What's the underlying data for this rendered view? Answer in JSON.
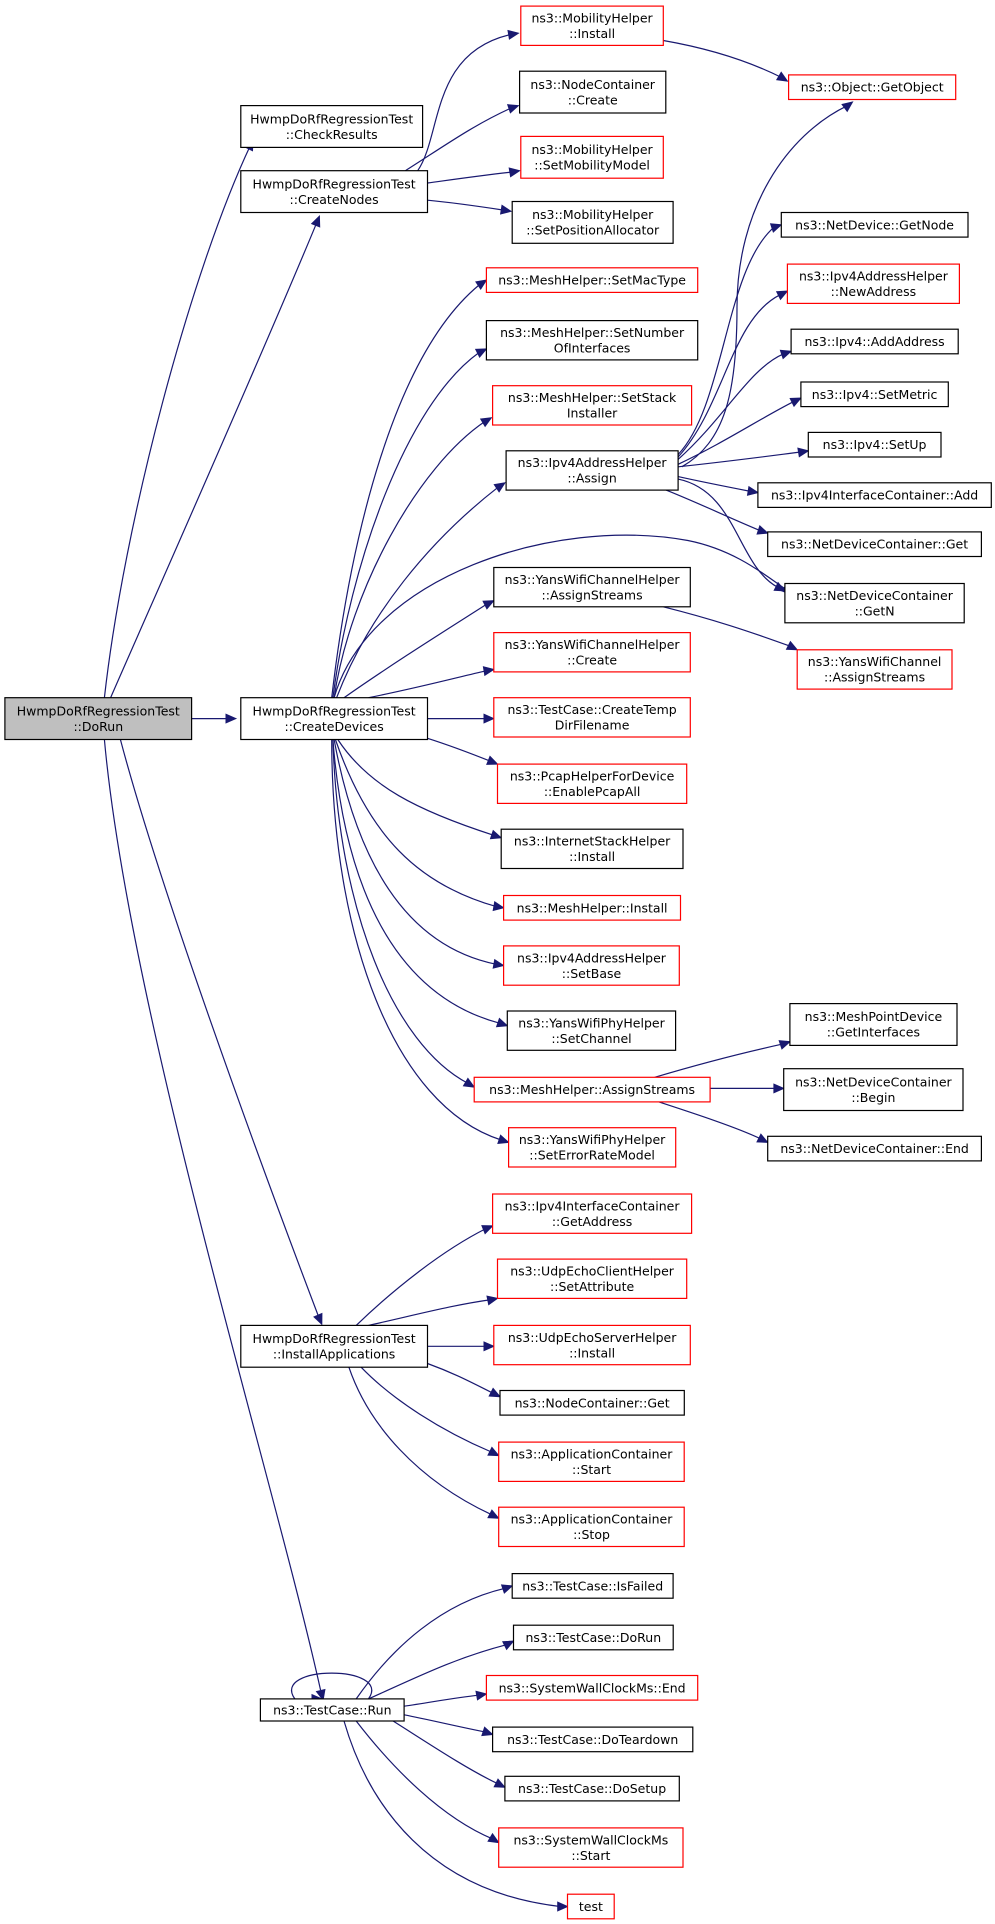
{
  "graph": {
    "nodes": [
      {
        "id": "root",
        "lines": [
          "HwmpDoRfRegressionTest",
          "::DoRun"
        ],
        "style": "root"
      },
      {
        "id": "check",
        "lines": [
          "HwmpDoRfRegressionTest",
          "::CheckResults"
        ],
        "style": "black"
      },
      {
        "id": "createnodes",
        "lines": [
          "HwmpDoRfRegressionTest",
          "::CreateNodes"
        ],
        "style": "black"
      },
      {
        "id": "createdevices",
        "lines": [
          "HwmpDoRfRegressionTest",
          "::CreateDevices"
        ],
        "style": "black"
      },
      {
        "id": "installapps",
        "lines": [
          "HwmpDoRfRegressionTest",
          "::InstallApplications"
        ],
        "style": "black"
      },
      {
        "id": "tcrun",
        "lines": [
          "ns3::TestCase::Run"
        ],
        "style": "black"
      },
      {
        "id": "mobinstall",
        "lines": [
          "ns3::MobilityHelper",
          "::Install"
        ],
        "style": "red"
      },
      {
        "id": "ncreate",
        "lines": [
          "ns3::NodeContainer",
          "::Create"
        ],
        "style": "black"
      },
      {
        "id": "setmobmodel",
        "lines": [
          "ns3::MobilityHelper",
          "::SetMobilityModel"
        ],
        "style": "red"
      },
      {
        "id": "setposalloc",
        "lines": [
          "ns3::MobilityHelper",
          "::SetPositionAllocator"
        ],
        "style": "black"
      },
      {
        "id": "getobject",
        "lines": [
          "ns3::Object::GetObject"
        ],
        "style": "red"
      },
      {
        "id": "setmactype",
        "lines": [
          "ns3::MeshHelper::SetMacType"
        ],
        "style": "red"
      },
      {
        "id": "setnumif",
        "lines": [
          "ns3::MeshHelper::SetNumber",
          "OfInterfaces"
        ],
        "style": "black"
      },
      {
        "id": "setstack",
        "lines": [
          "ns3::MeshHelper::SetStack",
          "Installer"
        ],
        "style": "red"
      },
      {
        "id": "ipv4assign",
        "lines": [
          "ns3::Ipv4AddressHelper",
          "::Assign"
        ],
        "style": "black"
      },
      {
        "id": "yanschassign",
        "lines": [
          "ns3::YansWifiChannelHelper",
          "::AssignStreams"
        ],
        "style": "black"
      },
      {
        "id": "yanschcreate",
        "lines": [
          "ns3::YansWifiChannelHelper",
          "::Create"
        ],
        "style": "red"
      },
      {
        "id": "tempdir",
        "lines": [
          "ns3::TestCase::CreateTemp",
          "DirFilename"
        ],
        "style": "red"
      },
      {
        "id": "pcap",
        "lines": [
          "ns3::PcapHelperForDevice",
          "::EnablePcapAll"
        ],
        "style": "red"
      },
      {
        "id": "inetinstall",
        "lines": [
          "ns3::InternetStackHelper",
          "::Install"
        ],
        "style": "black"
      },
      {
        "id": "meshinstall",
        "lines": [
          "ns3::MeshHelper::Install"
        ],
        "style": "red"
      },
      {
        "id": "setbase",
        "lines": [
          "ns3::Ipv4AddressHelper",
          "::SetBase"
        ],
        "style": "red"
      },
      {
        "id": "setchannel",
        "lines": [
          "ns3::YansWifiPhyHelper",
          "::SetChannel"
        ],
        "style": "black"
      },
      {
        "id": "meshassign",
        "lines": [
          "ns3::MeshHelper::AssignStreams"
        ],
        "style": "red"
      },
      {
        "id": "seterr",
        "lines": [
          "ns3::YansWifiPhyHelper",
          "::SetErrorRateModel"
        ],
        "style": "red"
      },
      {
        "id": "getnode",
        "lines": [
          "ns3::NetDevice::GetNode"
        ],
        "style": "black"
      },
      {
        "id": "newaddr",
        "lines": [
          "ns3::Ipv4AddressHelper",
          "::NewAddress"
        ],
        "style": "red"
      },
      {
        "id": "addaddr",
        "lines": [
          "ns3::Ipv4::AddAddress"
        ],
        "style": "black"
      },
      {
        "id": "setmetric",
        "lines": [
          "ns3::Ipv4::SetMetric"
        ],
        "style": "black"
      },
      {
        "id": "setup",
        "lines": [
          "ns3::Ipv4::SetUp"
        ],
        "style": "black"
      },
      {
        "id": "ifcadd",
        "lines": [
          "ns3::Ipv4InterfaceContainer::Add"
        ],
        "style": "black"
      },
      {
        "id": "ndcget",
        "lines": [
          "ns3::NetDeviceContainer::Get"
        ],
        "style": "black"
      },
      {
        "id": "ndcgetn",
        "lines": [
          "ns3::NetDeviceContainer",
          "::GetN"
        ],
        "style": "black"
      },
      {
        "id": "yanschannel",
        "lines": [
          "ns3::YansWifiChannel",
          "::AssignStreams"
        ],
        "style": "red"
      },
      {
        "id": "getifaces",
        "lines": [
          "ns3::MeshPointDevice",
          "::GetInterfaces"
        ],
        "style": "black"
      },
      {
        "id": "ndcbegin",
        "lines": [
          "ns3::NetDeviceContainer",
          "::Begin"
        ],
        "style": "black"
      },
      {
        "id": "ndcend",
        "lines": [
          "ns3::NetDeviceContainer::End"
        ],
        "style": "black"
      },
      {
        "id": "getaddress",
        "lines": [
          "ns3::Ipv4InterfaceContainer",
          "::GetAddress"
        ],
        "style": "red"
      },
      {
        "id": "udpclient",
        "lines": [
          "ns3::UdpEchoClientHelper",
          "::SetAttribute"
        ],
        "style": "red"
      },
      {
        "id": "udpserver",
        "lines": [
          "ns3::UdpEchoServerHelper",
          "::Install"
        ],
        "style": "red"
      },
      {
        "id": "ncget",
        "lines": [
          "ns3::NodeContainer::Get"
        ],
        "style": "black"
      },
      {
        "id": "appstart",
        "lines": [
          "ns3::ApplicationContainer",
          "::Start"
        ],
        "style": "red"
      },
      {
        "id": "appstop",
        "lines": [
          "ns3::ApplicationContainer",
          "::Stop"
        ],
        "style": "red"
      },
      {
        "id": "isfailed",
        "lines": [
          "ns3::TestCase::IsFailed"
        ],
        "style": "black"
      },
      {
        "id": "tcdorun",
        "lines": [
          "ns3::TestCase::DoRun"
        ],
        "style": "black"
      },
      {
        "id": "clockend",
        "lines": [
          "ns3::SystemWallClockMs::End"
        ],
        "style": "red"
      },
      {
        "id": "teardown",
        "lines": [
          "ns3::TestCase::DoTeardown"
        ],
        "style": "black"
      },
      {
        "id": "dosetup",
        "lines": [
          "ns3::TestCase::DoSetup"
        ],
        "style": "black"
      },
      {
        "id": "clockstart",
        "lines": [
          "ns3::SystemWallClockMs",
          "::Start"
        ],
        "style": "red"
      },
      {
        "id": "test",
        "lines": [
          "test"
        ],
        "style": "red"
      }
    ]
  }
}
